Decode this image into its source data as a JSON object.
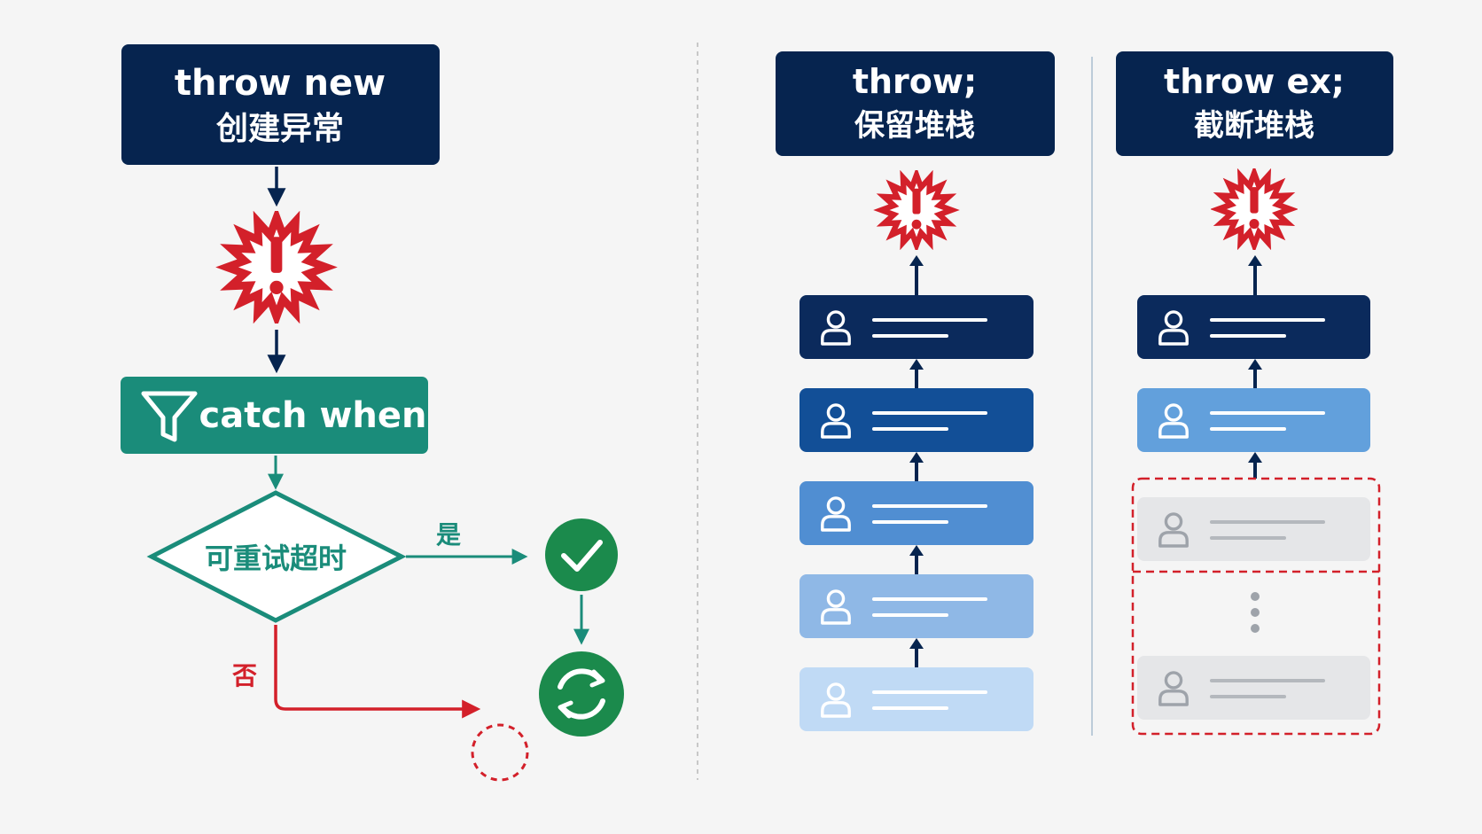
{
  "left_panel": {
    "throw_new_box": {
      "line1": "throw new",
      "line2": "创建异常"
    },
    "filter_box": {
      "label": "catch when"
    },
    "decision": {
      "label": "可重试超时",
      "yes_label": "是",
      "no_label": "否"
    }
  },
  "middle_panel": {
    "header": {
      "line1": "throw;",
      "line2": "保留堆栈"
    },
    "frames": [
      {
        "color": "#0b2a5c"
      },
      {
        "color": "#124f97"
      },
      {
        "color": "#508ed2"
      },
      {
        "color": "#8fb8e6"
      },
      {
        "color": "#c0daf5"
      }
    ]
  },
  "right_panel": {
    "header": {
      "line1": "throw ex;",
      "line2": "截断堆栈"
    },
    "frames": [
      {
        "color": "#0b2a5c"
      },
      {
        "color": "#62a0dc"
      }
    ],
    "truncated_frames": 2
  },
  "colors": {
    "navy": "#06244f",
    "teal": "#1a8c7a",
    "green": "#1b8a4c",
    "red": "#d3202a",
    "gray_frame": "#e5e6e8",
    "gray_icon": "#9ea3aa"
  }
}
